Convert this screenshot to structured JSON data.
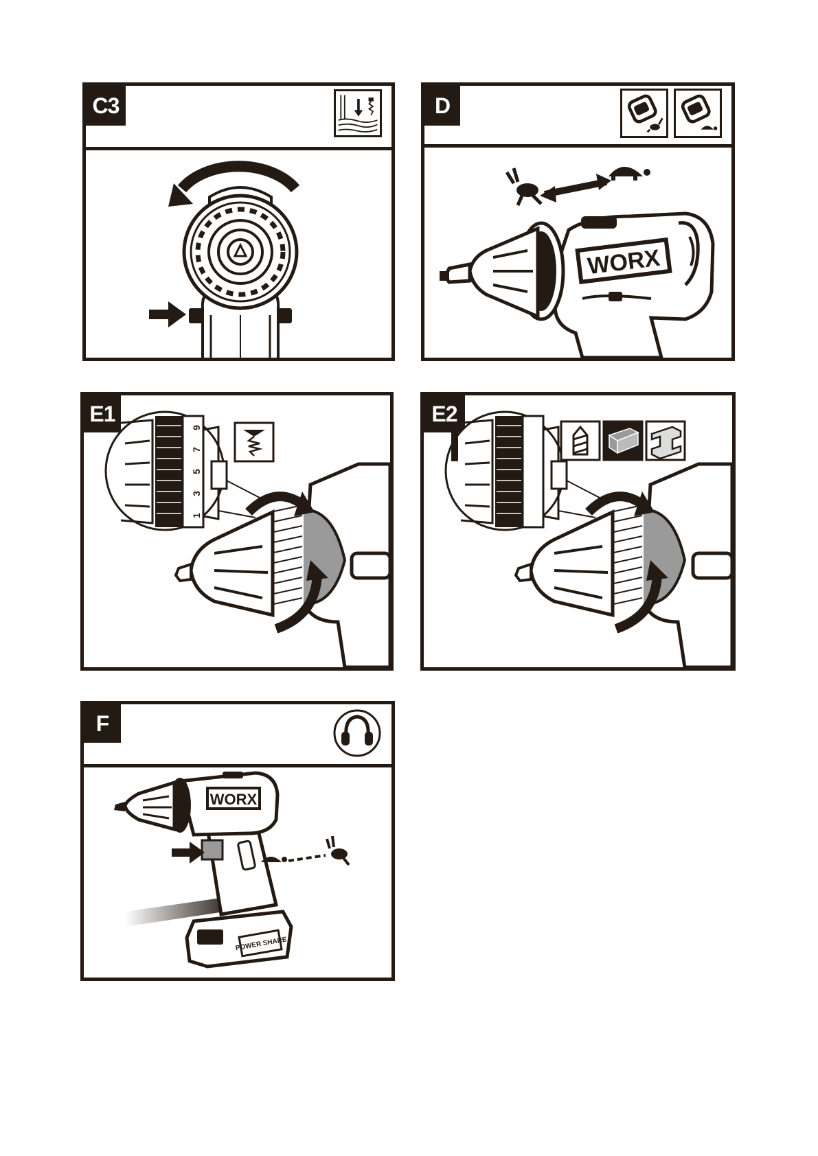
{
  "panels": {
    "c3": {
      "label": "C3"
    },
    "d": {
      "label": "D"
    },
    "e1": {
      "label": "E1",
      "clutch_numbers": [
        "1",
        "3",
        "5",
        "7",
        "9"
      ]
    },
    "e2": {
      "label": "E2"
    },
    "f": {
      "label": "F"
    }
  },
  "brand": "WORX",
  "battery_text": "POWER SHARE",
  "icons": {
    "c3": [
      "screw-into-wood-icon"
    ],
    "d": [
      "high-speed-setting-icon",
      "low-speed-setting-icon"
    ],
    "e1": [
      "screw-icon"
    ],
    "e2": [
      "drill-bit-icon",
      "wood-icon",
      "metal-icon"
    ],
    "f": [
      "ear-protection-icon"
    ]
  },
  "colors": {
    "ink": "#231a13",
    "gray": "#9a9a9a",
    "paper": "#ffffff"
  }
}
